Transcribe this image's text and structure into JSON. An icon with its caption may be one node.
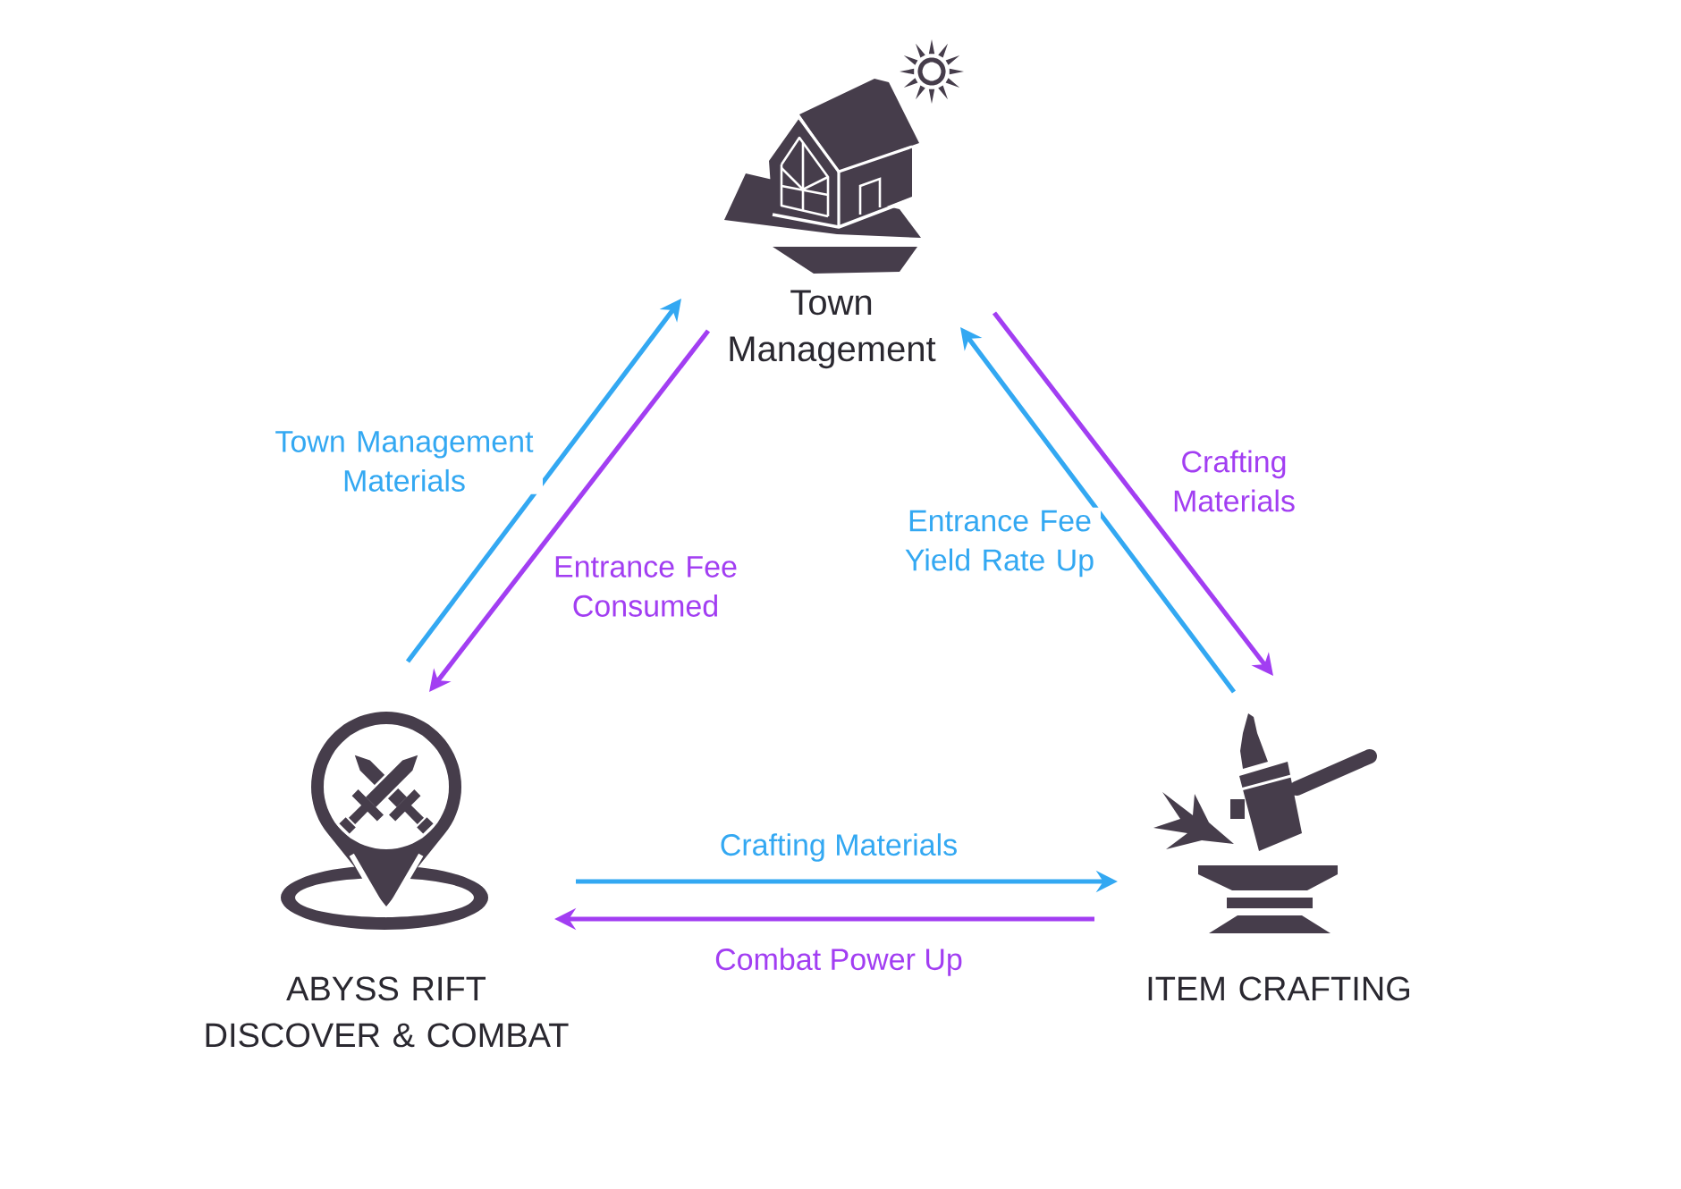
{
  "diagram": {
    "nodes": [
      {
        "text": [
          "Town Management"
        ]
      },
      {
        "text": [
          "ABYSS RIFT DISCOVER & COMBAT"
        ]
      },
      {
        "text": [
          "ITEM CRAFTING"
        ]
      }
    ],
    "edges": [
      {
        "from": 1,
        "to": 0,
        "arrow": "to",
        "label": "Town Management Materials",
        "color": "#33a8f2"
      },
      {
        "from": 0,
        "to": 1,
        "arrow": "to",
        "label": "Entrance Fee Consumed",
        "color": "#a23ef2"
      },
      {
        "from": 0,
        "to": 2,
        "arrow": "to",
        "label": "Crafting Materials",
        "color": "#a23ef2"
      },
      {
        "from": 2,
        "to": 0,
        "arrow": "to",
        "label": "Entrance Fee Yield Rate Up",
        "color": "#33a8f2"
      },
      {
        "from": 1,
        "to": 2,
        "arrow": "to",
        "label": "Crafting Materials",
        "color": "#33a8f2"
      },
      {
        "from": 2,
        "to": 1,
        "arrow": "to",
        "label": "Combat Power Up",
        "color": "#a23ef2"
      }
    ]
  }
}
